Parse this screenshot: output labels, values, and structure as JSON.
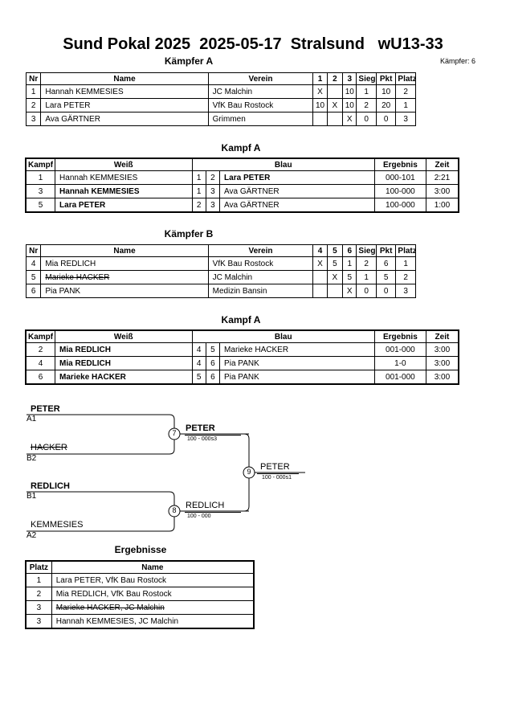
{
  "header": {
    "title": "Sund Pokal 2025  2025-05-17  Stralsund   wU13-33",
    "kaempfer_count": "Kämpfer: 6"
  },
  "pool_a": {
    "title": "Kämpfer A",
    "columns": [
      "Nr",
      "Name",
      "Verein",
      "1",
      "2",
      "3",
      "Siege",
      "Pkt",
      "Platz"
    ],
    "rows": [
      {
        "nr": "1",
        "name": "Hannah KEMMESIES",
        "verein": "JC Malchin",
        "s1": "X",
        "s2": "",
        "s3": "10",
        "siege": "1",
        "pkt": "10",
        "platz": "2",
        "strike": false
      },
      {
        "nr": "2",
        "name": "Lara PETER",
        "verein": "VfK Bau Rostock",
        "s1": "10",
        "s2": "X",
        "s3": "10",
        "siege": "2",
        "pkt": "20",
        "platz": "1",
        "strike": false
      },
      {
        "nr": "3",
        "name": "Ava GÄRTNER",
        "verein": "Grimmen",
        "s1": "",
        "s2": "",
        "s3": "X",
        "siege": "0",
        "pkt": "0",
        "platz": "3",
        "strike": false
      }
    ]
  },
  "kampf_a1": {
    "title": "Kampf A",
    "columns": [
      "Kampf",
      "Weiß",
      "Blau",
      "Ergebnis",
      "Zeit"
    ],
    "rows": [
      {
        "kampf": "1",
        "weiss": "Hannah KEMMESIES",
        "w_nr": "1",
        "b_nr": "2",
        "blau": "Lara PETER",
        "ergebnis": "000-101",
        "zeit": "2:21",
        "winner": "blau"
      },
      {
        "kampf": "3",
        "weiss": "Hannah KEMMESIES",
        "w_nr": "1",
        "b_nr": "3",
        "blau": "Ava GÄRTNER",
        "ergebnis": "100-000",
        "zeit": "3:00",
        "winner": "weiss"
      },
      {
        "kampf": "5",
        "weiss": "Lara PETER",
        "w_nr": "2",
        "b_nr": "3",
        "blau": "Ava GÄRTNER",
        "ergebnis": "100-000",
        "zeit": "1:00",
        "winner": "weiss"
      }
    ]
  },
  "pool_b": {
    "title": "Kämpfer B",
    "columns": [
      "Nr",
      "Name",
      "Verein",
      "4",
      "5",
      "6",
      "Siege",
      "Pkt",
      "Platz"
    ],
    "rows": [
      {
        "nr": "4",
        "name": "Mia REDLICH",
        "verein": "VfK Bau Rostock",
        "s1": "X",
        "s2": "5",
        "s3": "1",
        "siege": "2",
        "pkt": "6",
        "platz": "1",
        "strike": false
      },
      {
        "nr": "5",
        "name": "Marieke HACKER",
        "verein": "JC Malchin",
        "s1": "",
        "s2": "X",
        "s3": "5",
        "siege": "1",
        "pkt": "5",
        "platz": "2",
        "strike": true
      },
      {
        "nr": "6",
        "name": "Pia PANK",
        "verein": "Medizin Bansin",
        "s1": "",
        "s2": "",
        "s3": "X",
        "siege": "0",
        "pkt": "0",
        "platz": "3",
        "strike": false
      }
    ]
  },
  "kampf_a2": {
    "title": "Kampf A",
    "columns": [
      "Kampf",
      "Weiß",
      "Blau",
      "Ergebnis",
      "Zeit"
    ],
    "rows": [
      {
        "kampf": "2",
        "weiss": "Mia REDLICH",
        "w_nr": "4",
        "b_nr": "5",
        "blau": "Marieke HACKER",
        "ergebnis": "001-000",
        "zeit": "3:00",
        "winner": "weiss"
      },
      {
        "kampf": "4",
        "weiss": "Mia REDLICH",
        "w_nr": "4",
        "b_nr": "6",
        "blau": "Pia PANK",
        "ergebnis": "1-0",
        "zeit": "3:00",
        "winner": "weiss"
      },
      {
        "kampf": "6",
        "weiss": "Marieke HACKER",
        "w_nr": "5",
        "b_nr": "6",
        "blau": "Pia PANK",
        "ergebnis": "001-000",
        "zeit": "3:00",
        "winner": "weiss"
      }
    ]
  },
  "bracket": {
    "sf1_top_name": "PETER",
    "sf1_top_slot": "A1",
    "sf1_bot_name": "HACKER",
    "sf1_bot_slot": "B2",
    "sf1_node": "7",
    "sf1_winner": "PETER",
    "sf1_result": "100 - 000s3",
    "sf2_top_name": "REDLICH",
    "sf2_top_slot": "B1",
    "sf2_bot_name": "KEMMESIES",
    "sf2_bot_slot": "A2",
    "sf2_node": "8",
    "sf2_winner": "REDLICH",
    "sf2_result": "100 - 000",
    "final_node": "9",
    "final_winner": "PETER",
    "final_result": "100 - 000s1"
  },
  "ergebnisse": {
    "title": "Ergebnisse",
    "columns": [
      "Platz",
      "Name"
    ],
    "rows": [
      {
        "platz": "1",
        "name": "Lara PETER, VfK Bau Rostock",
        "strike": false
      },
      {
        "platz": "2",
        "name": "Mia REDLICH, VfK Bau Rostock",
        "strike": false
      },
      {
        "platz": "3",
        "name": "Marieke HACKER, JC Malchin",
        "strike": true
      },
      {
        "platz": "3",
        "name": "Hannah KEMMESIES, JC Malchin",
        "strike": false
      }
    ]
  }
}
